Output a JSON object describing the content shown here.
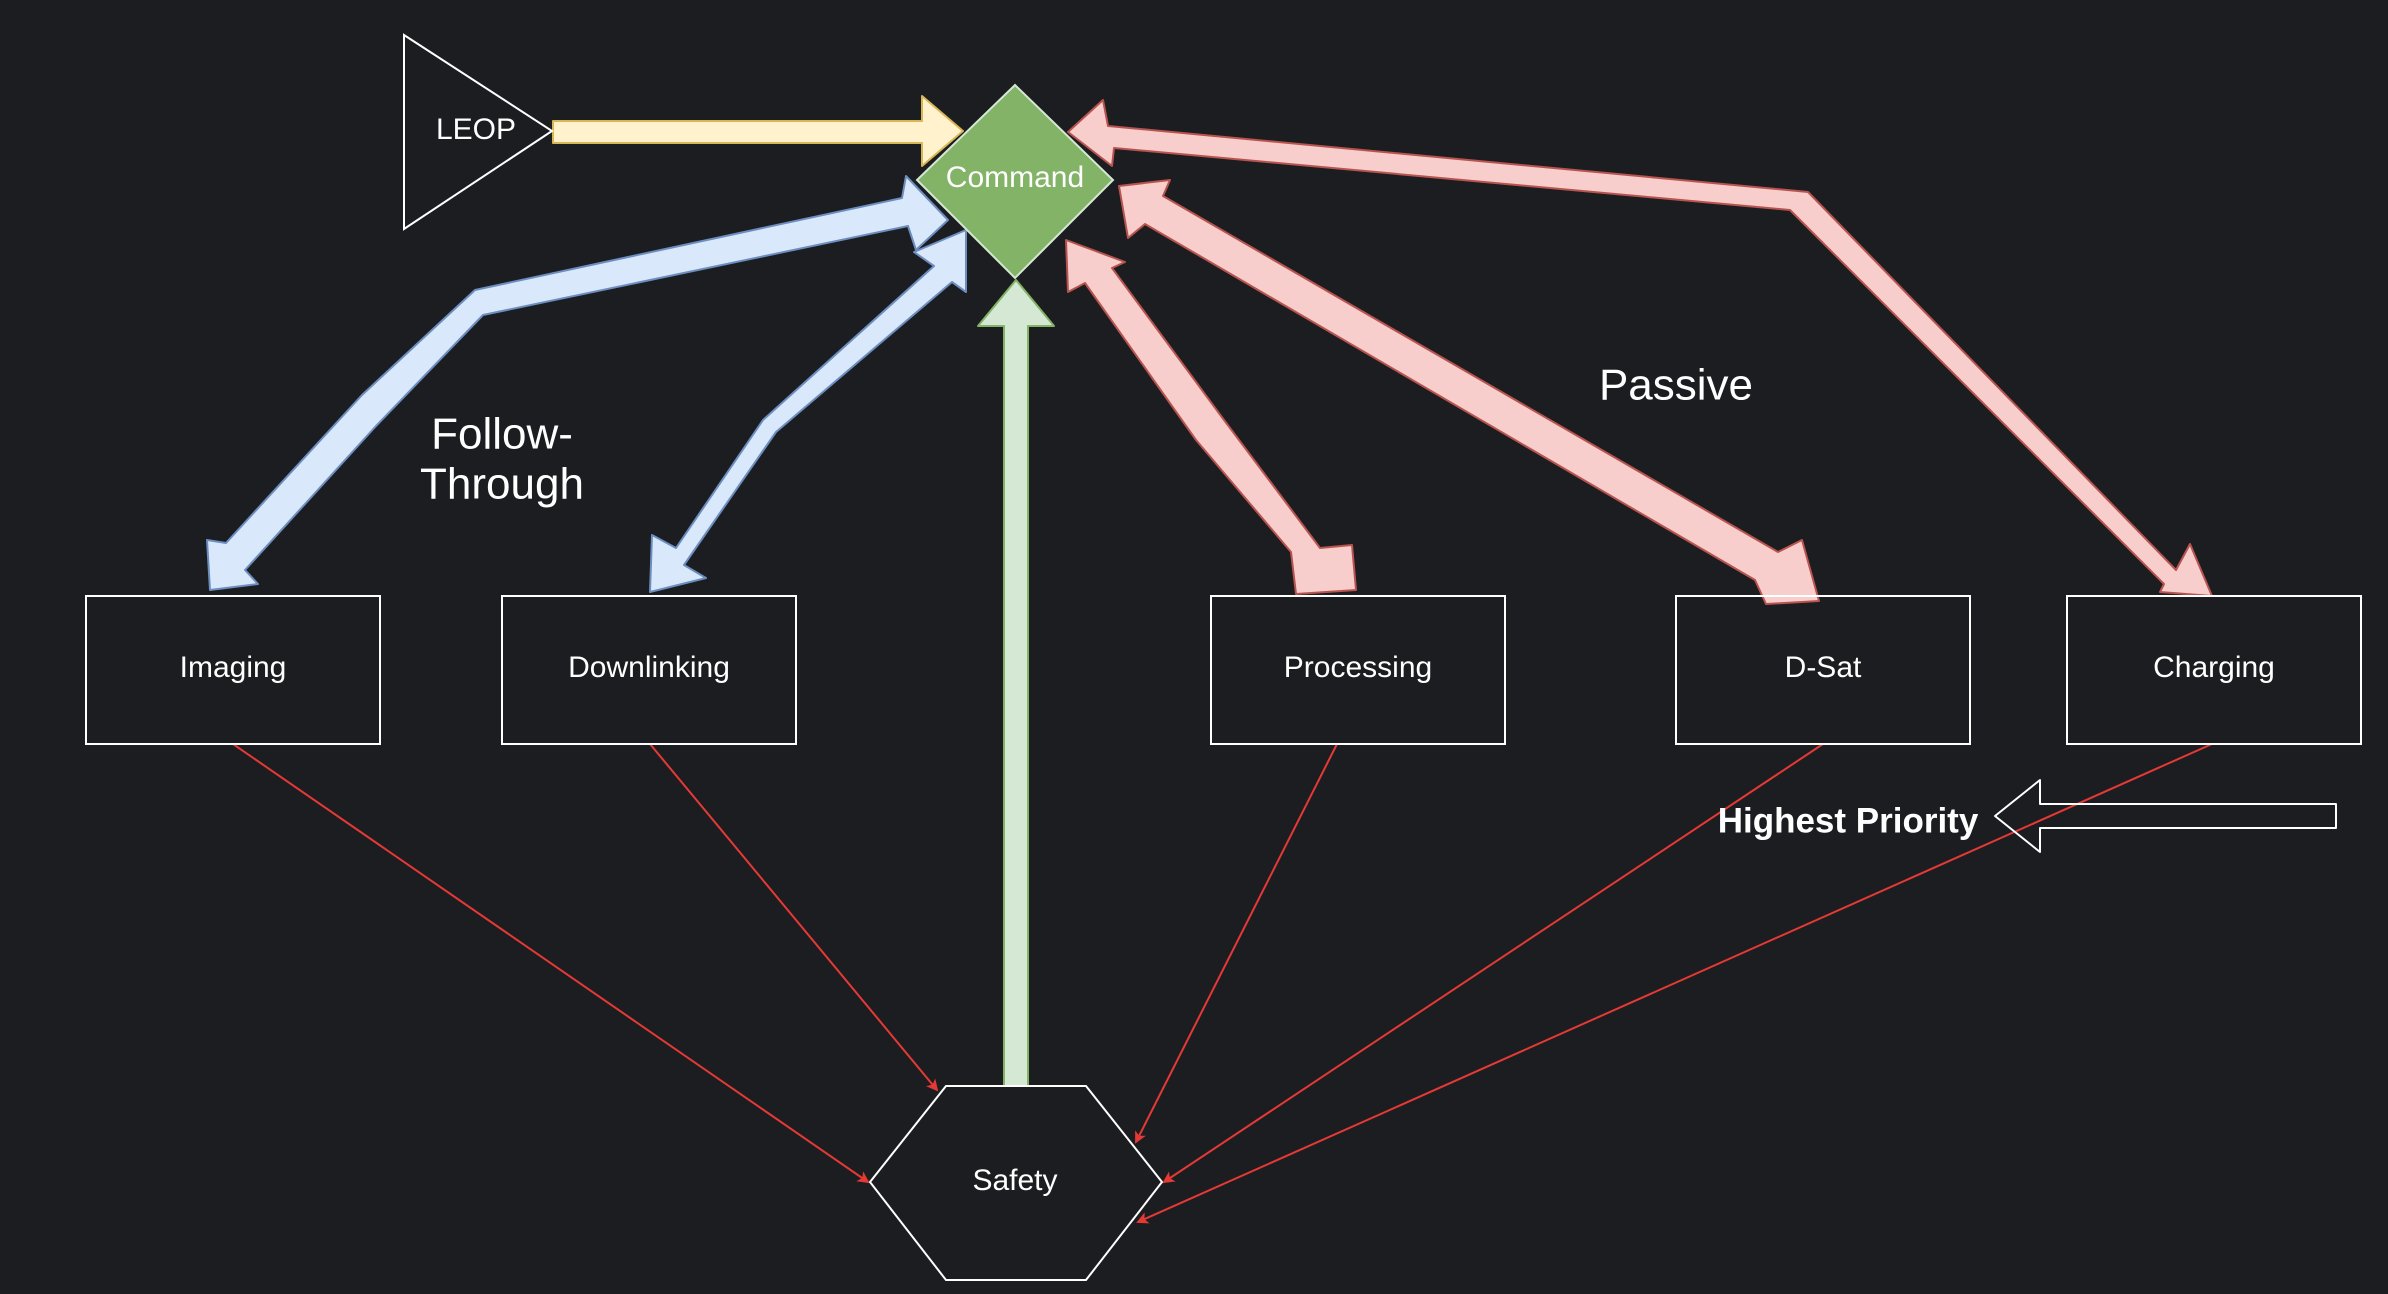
{
  "nodes": {
    "leop": {
      "label": "LEOP",
      "shape": "triangle"
    },
    "command": {
      "label": "Command",
      "shape": "diamond",
      "color": "#82b366"
    },
    "imaging": {
      "label": "Imaging",
      "shape": "rectangle"
    },
    "downlinking": {
      "label": "Downlinking",
      "shape": "rectangle"
    },
    "processing": {
      "label": "Processing",
      "shape": "rectangle"
    },
    "dsat": {
      "label": "D-Sat",
      "shape": "rectangle"
    },
    "charging": {
      "label": "Charging",
      "shape": "rectangle"
    },
    "safety": {
      "label": "Safety",
      "shape": "hexagon"
    }
  },
  "groups": {
    "follow_through": {
      "line1": "Follow-",
      "line2": "Through",
      "color": "#dae8fc"
    },
    "passive": {
      "label": "Passive",
      "color": "#f8cecc"
    }
  },
  "priority": {
    "label": "Highest Priority",
    "arrow_direction": "left"
  },
  "edges": [
    {
      "from": "LEOP",
      "to": "Command",
      "style": "block-arrow",
      "color": "#fff2cc"
    },
    {
      "from": "Command",
      "to": "Imaging",
      "style": "double-block-arrow",
      "color": "#dae8fc"
    },
    {
      "from": "Command",
      "to": "Downlinking",
      "style": "double-block-arrow",
      "color": "#dae8fc"
    },
    {
      "from": "Safety",
      "to": "Command",
      "style": "block-arrow",
      "color": "#d5e8d4"
    },
    {
      "from": "Command",
      "to": "Processing",
      "style": "double-block-arrow",
      "color": "#f8cecc"
    },
    {
      "from": "Command",
      "to": "D-Sat",
      "style": "double-block-arrow",
      "color": "#f8cecc"
    },
    {
      "from": "Command",
      "to": "Charging",
      "style": "double-block-arrow",
      "color": "#f8cecc"
    },
    {
      "from": "Imaging",
      "to": "Safety",
      "style": "thin-arrow",
      "color": "#e53935"
    },
    {
      "from": "Downlinking",
      "to": "Safety",
      "style": "thin-arrow",
      "color": "#e53935"
    },
    {
      "from": "Processing",
      "to": "Safety",
      "style": "thin-arrow",
      "color": "#e53935"
    },
    {
      "from": "D-Sat",
      "to": "Safety",
      "style": "thin-arrow",
      "color": "#e53935"
    },
    {
      "from": "Charging",
      "to": "Safety",
      "style": "thin-arrow",
      "color": "#e53935"
    }
  ]
}
